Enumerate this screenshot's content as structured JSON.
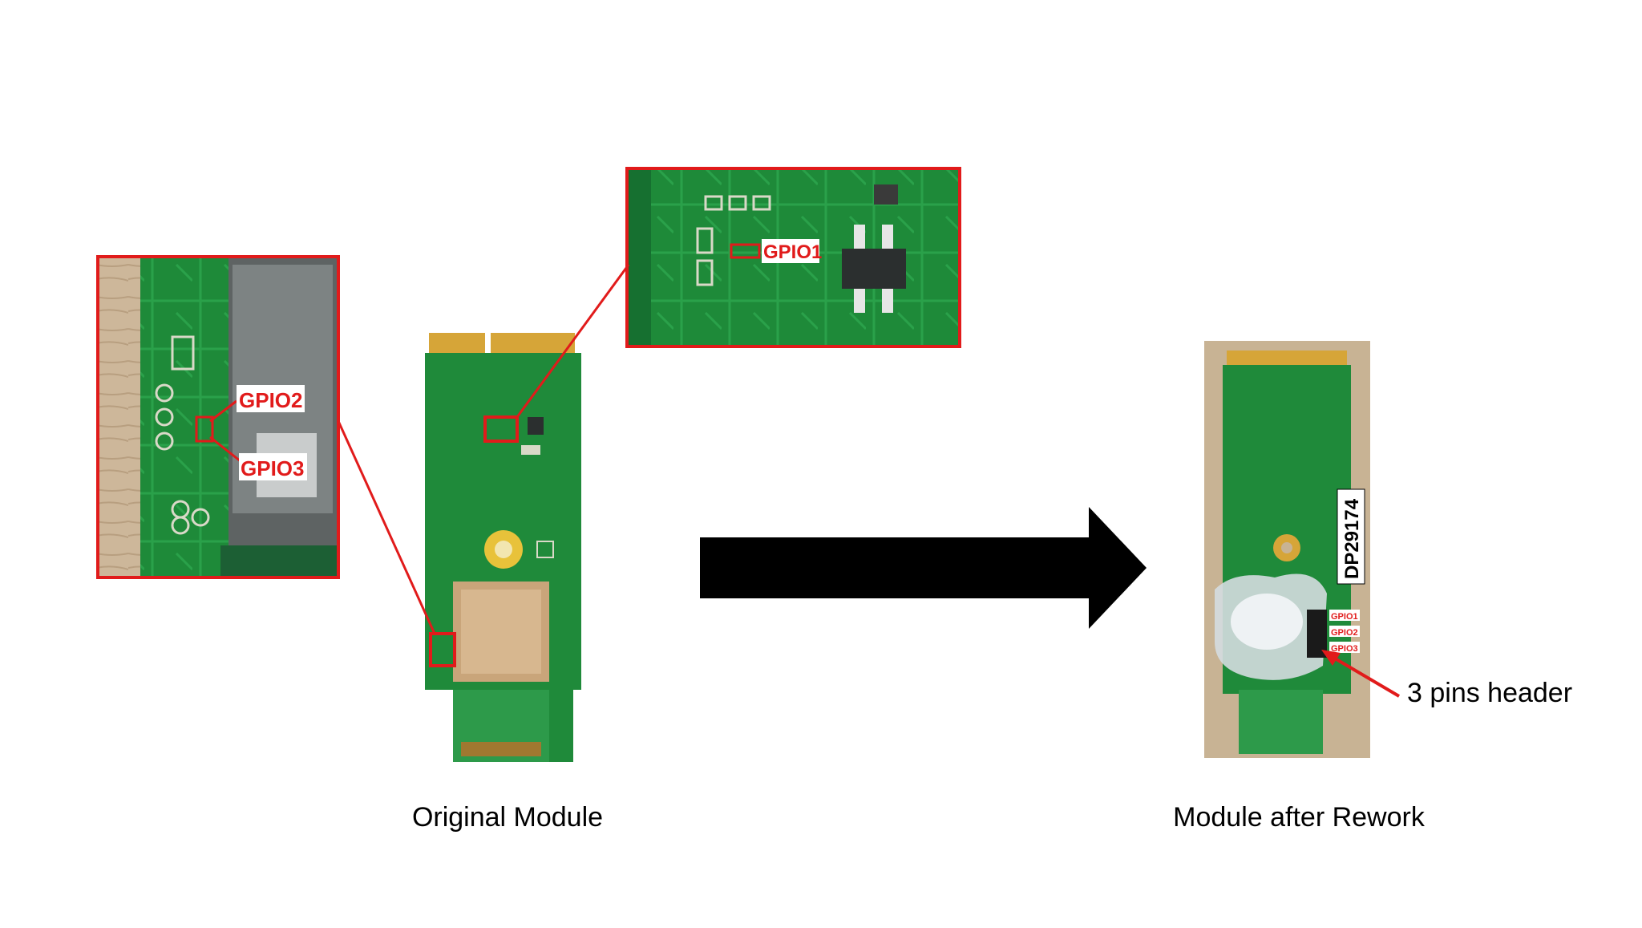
{
  "captions": {
    "original": "Original Module",
    "reworked": "Module after Rework",
    "header_callout": "3 pins header"
  },
  "labels": {
    "gpio1": "GPIO1",
    "gpio2": "GPIO2",
    "gpio3": "GPIO3"
  },
  "board_text": {
    "serial_tag": "DP29174"
  },
  "colors": {
    "pcb_green": "#1f8a3a",
    "pcb_dark": "#166b2c",
    "highlight_red": "#e11b1b",
    "gold": "#d6a538",
    "arrow": "#000000"
  }
}
